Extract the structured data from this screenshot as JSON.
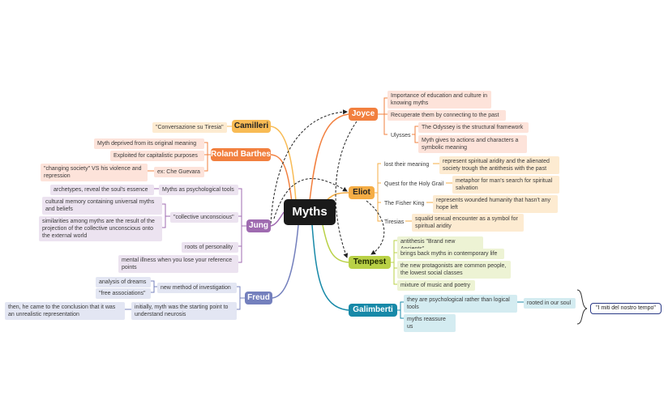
{
  "central": "Myths",
  "topics": {
    "joyce": "Joyce",
    "eliot": "Eliot",
    "tempest": "Tempest",
    "galimberti": "Galimberti",
    "camilleri": "Camilleri",
    "barthes": "Roland Barthes",
    "jung": "Jung",
    "freud": "Freud"
  },
  "joyce": {
    "education": "Importance of education and culture in\nknowing myths",
    "recuperate": "Recuperate them by connecting to the past",
    "ulysses": "Ulysses",
    "odyssey": "The Odyssey is the structural framework",
    "actions": "Myth gives to actions and characters a\nsymbolic meaning"
  },
  "eliot": {
    "lost": "lost their meaning",
    "lost_detail": "represent spiritual aridity and the alienated\nsociety trough the antithesis with the past",
    "grail": "Quest for the Holy Grail",
    "grail_detail": "metaphor for man's search for spiritual\nsalvation",
    "fisher": "The Fisher King",
    "fisher_detail": "represents wounded humanity that hasn't any\nhope left",
    "tiresias": "Tiresias",
    "tiresias_detail": "squalid sexual encounter as a symbol for\nspiritual aridity"
  },
  "tempest": {
    "antithesis": "antithesis \"Brand new Ancients\"",
    "brings": "brings back myths in contemporary life",
    "protagonists": "the new protagonists are common people,\nthe lowest social classes",
    "mixture": "mixture of music and poetry"
  },
  "galimberti": {
    "psychological": "they are psychological rather than logical\ntools",
    "reassure": "myths reassure us",
    "rooted": "rooted in our soul",
    "summary": "\"I miti del nostro tempo\""
  },
  "camilleri": {
    "conversazione": "\"Conversazione su Tiresia\""
  },
  "barthes": {
    "deprived": "Myth deprived from its original meaning",
    "exploited": "Exploited for capitalistic purposes",
    "example": "ex: Che Guevara",
    "changing": "\"changing society\" VS his violence and\nrepression"
  },
  "jung": {
    "tools": "Myths as psychological tools",
    "archetypes": "archetypes, reveal the soul's essence",
    "collective": "\"collective unconscious\"",
    "memory": "cultural memory containing universal myths\nand beliefs",
    "similarities": "similarities among myths are the result of the\nprojection of the collective unconscious onto\nthe external world",
    "roots": "roots of personality",
    "illness": "mental illness when you lose your reference\npoints"
  },
  "freud": {
    "method": "new method of investigation",
    "dreams": "analysis of dreams",
    "associations": "\"free associations\"",
    "initially": "initially, myth was the starting point to\nunderstand neurosis",
    "conclusion": "then, he came to the conclusion that it was\nan unrealistic representation"
  },
  "colors": {
    "joyce": "#f2803f",
    "eliot": "#f5ad45",
    "tempest": "#b9d146",
    "galimberti": "#1789a8",
    "camilleri": "#f8bb55",
    "barthes": "#f2803f",
    "jung": "#9f6bb0",
    "freud": "#7480bd"
  }
}
